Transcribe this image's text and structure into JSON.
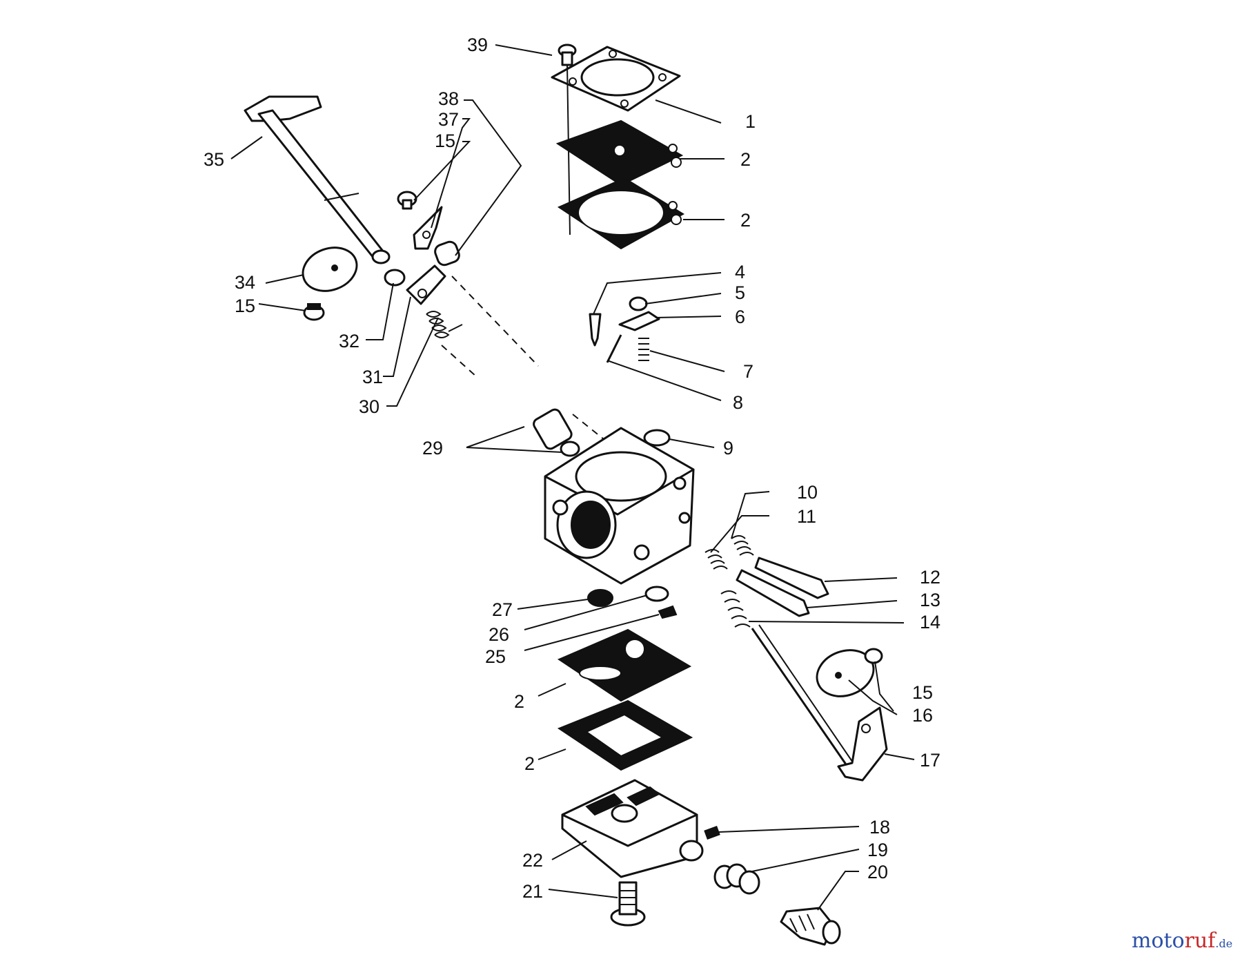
{
  "diagram": {
    "callouts": [
      "39",
      "1",
      "2",
      "2",
      "38",
      "37",
      "15",
      "35",
      "34",
      "15",
      "32",
      "31",
      "30",
      "4",
      "5",
      "6",
      "7",
      "8",
      "29",
      "9",
      "10",
      "11",
      "12",
      "13",
      "14",
      "27",
      "26",
      "25",
      "2",
      "2",
      "15",
      "16",
      "17",
      "18",
      "19",
      "20",
      "22",
      "21"
    ]
  },
  "watermark": {
    "part1": "moto",
    "part2": "ruf",
    "part3": ".de"
  }
}
